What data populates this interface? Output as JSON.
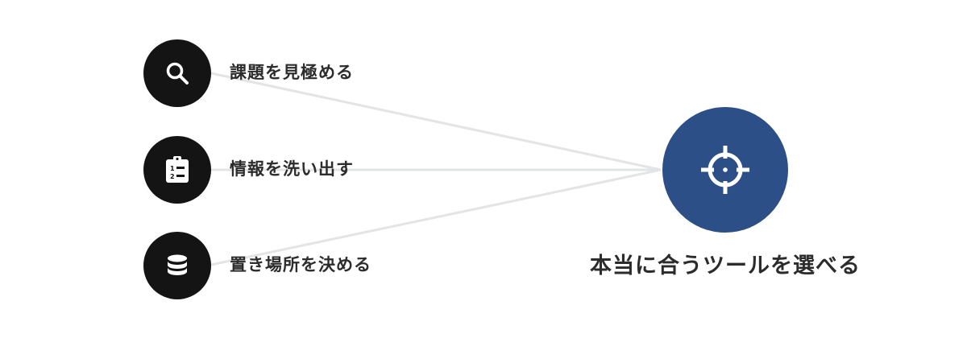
{
  "steps": [
    {
      "label": "課題を見極める",
      "icon": "search-icon"
    },
    {
      "label": "情報を洗い出す",
      "icon": "clipboard-list-icon"
    },
    {
      "label": "置き場所を決める",
      "icon": "database-icon"
    }
  ],
  "goal": {
    "label": "本当に合うツールを選べる",
    "icon": "crosshair-icon"
  },
  "colors": {
    "step_circle": "#141414",
    "goal_circle": "#2d4f88",
    "connector": "#e3e4e6",
    "text": "#2c2c2c"
  }
}
